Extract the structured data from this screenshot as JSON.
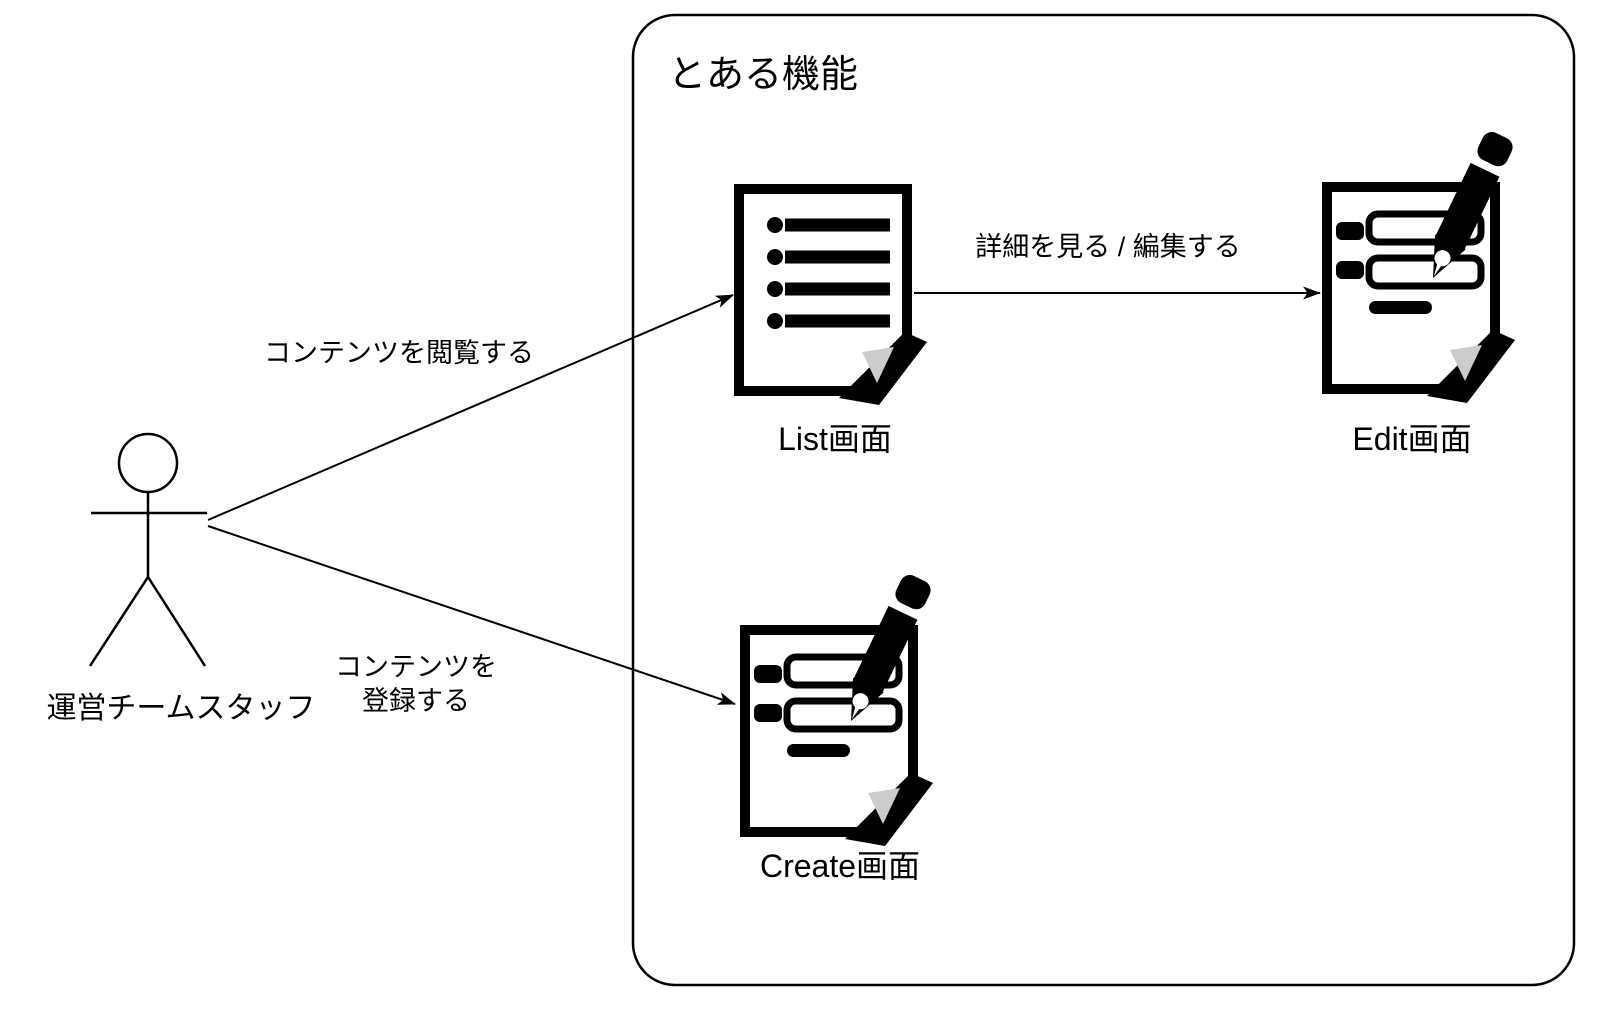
{
  "diagram": {
    "type": "use-case-diagram",
    "background_color": "#ffffff",
    "line_color": "#000000",
    "fold_color": "#cccccc",
    "actor": {
      "label": "運営チームスタッフ"
    },
    "boundary": {
      "title": "とある機能"
    },
    "nodes": {
      "list": {
        "label": "List画面",
        "icon": "list-document-icon"
      },
      "edit": {
        "label": "Edit画面",
        "icon": "form-pen-document-icon"
      },
      "create": {
        "label": "Create画面",
        "icon": "form-pen-document-icon"
      }
    },
    "edges": {
      "browse": {
        "from": "actor",
        "to": "list",
        "label": "コンテンツを閲覧する"
      },
      "register": {
        "from": "actor",
        "to": "create",
        "label_line1": "コンテンツを",
        "label_line2": "登録する"
      },
      "detail": {
        "from": "list",
        "to": "edit",
        "label": "詳細を見る / 編集する"
      }
    }
  }
}
